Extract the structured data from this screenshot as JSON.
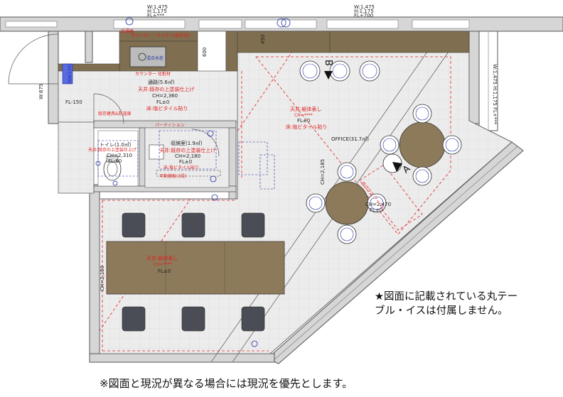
{
  "plan": {
    "top_labels": {
      "left": [
        "W:1,475",
        "H:1,175",
        "FL+***"
      ],
      "right": [
        "W:1,475",
        "H:1,175",
        "FL+700"
      ]
    },
    "side_labels": {
      "right_window": "W:1,475 H:1,175 FL+***",
      "left_door": "W:875",
      "left_floor": "FL-150",
      "left_code": "30A(135)"
    },
    "kitchen": {
      "label_top": "給湯器",
      "counter": "カウンター・キッチン(既存品)",
      "sink": "混合水栓",
      "counter_finish": "カウンター 化粧材",
      "dim_depth": "600",
      "dim_wall": "450"
    },
    "corridor": {
      "name": "通路(5.6㎡)",
      "ceiling": "天井:既存の上塗装仕上げ",
      "ch": "CH=2,360",
      "fl": "FL±0",
      "floor": "床:塩ビタイル貼り"
    },
    "storage_sign": "既存建具&防盗扉",
    "partition": "パーティション",
    "toilet": {
      "name": "トイレ(1.0㎡)",
      "ceiling": "天井:既存の上塗装仕上げ",
      "ch": "CH=2,310",
      "fl": "FL-60"
    },
    "closet": {
      "name": "収納室(1.9㎡)",
      "ceiling": "天井:既存の上塗装仕上げ",
      "ch": "CH=2,180",
      "fl": "FL±0",
      "floor": "床:塩ビタイル貼り",
      "door": "可動棚板(3段)"
    },
    "office": {
      "name": "OFFICE(31.7㎡)",
      "ceiling": "天井:躯体表し",
      "ceiling_sub": "CH=****",
      "fl": "FL±0",
      "floor": "床:塩ビタイル貼り",
      "ch_a": "CH=2,185",
      "ch_b": "CH=2,470",
      "wall_note": "窓ガラス フィルム",
      "fl_mid": "FL±0",
      "ceiling_mid": "天井:躯体表し",
      "ch_left": "CH=2,150",
      "ch_mid": "CH=****"
    },
    "section_marks": {
      "a": "A",
      "b": "B"
    }
  },
  "notes": {
    "furniture": "★図面に記載されている丸テー\nブル・イスは付属しません。",
    "priority": "※図面と現況が異なる場合には現況を優先とします。"
  },
  "colors": {
    "wall": "#cfcfcf",
    "wall_dark": "#5a5a5a",
    "floor_tile": "#e9e9e9",
    "table": "#8c7a5a",
    "counter": "#7f6e4f",
    "chair_dark": "#4a4d55",
    "chair_white": "#ffffff",
    "annotation_red": "#e02020",
    "annotation_blue": "#2030a0"
  }
}
